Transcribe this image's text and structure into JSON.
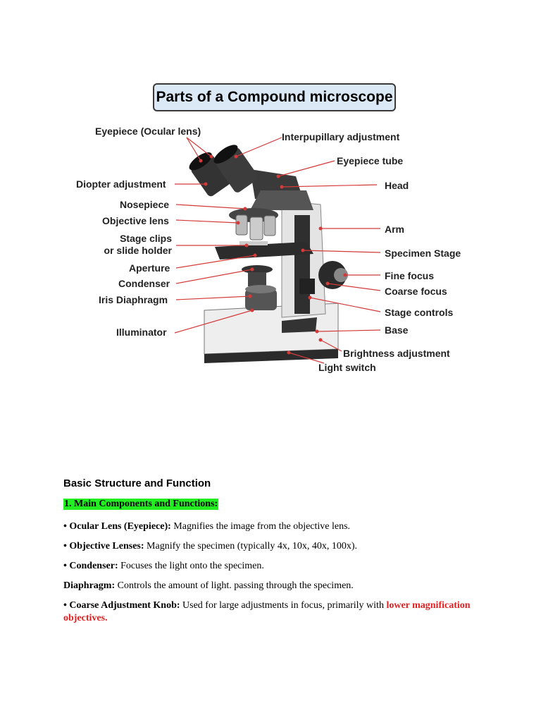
{
  "figure": {
    "title": "Parts of a Compound microscope",
    "labels": {
      "eyepiece": "Eyepiece (Ocular lens)",
      "interpupillary": "Interpupillary adjustment",
      "eyepiece_tube": "Eyepiece tube",
      "diopter": "Diopter adjustment",
      "head": "Head",
      "nosepiece": "Nosepiece",
      "objective": "Objective lens",
      "arm": "Arm",
      "stage_clips_1": "Stage clips",
      "stage_clips_2": "or slide holder",
      "specimen_stage": "Specimen Stage",
      "aperture": "Aperture",
      "fine_focus": "Fine focus",
      "condenser": "Condenser",
      "coarse_focus": "Coarse focus",
      "iris": "Iris Diaphragm",
      "stage_controls": "Stage controls",
      "illuminator": "Illuminator",
      "base": "Base",
      "brightness": "Brightness adjustment",
      "light_switch": "Light switch"
    }
  },
  "section": {
    "heading": "Basic Structure and Function",
    "subheading": "1. Main Components and Functions:",
    "items": [
      {
        "term": "• Ocular Lens (Eyepiece):",
        "desc": " Magnifies the image from the objective lens."
      },
      {
        "term": "• Objective Lenses:",
        "desc": " Magnify the specimen (typically 4x, 10x, 40x, 100x)."
      },
      {
        "term": "• Condenser:",
        "desc": " Focuses the light onto the specimen."
      },
      {
        "term": "Diaphragm:",
        "desc": " Controls the amount of light. passing through the specimen."
      },
      {
        "term": "• Coarse Adjustment Knob:",
        "desc": " Used for large adjustments in focus, primarily with ",
        "highlight": "lower magnification objectives."
      }
    ]
  }
}
